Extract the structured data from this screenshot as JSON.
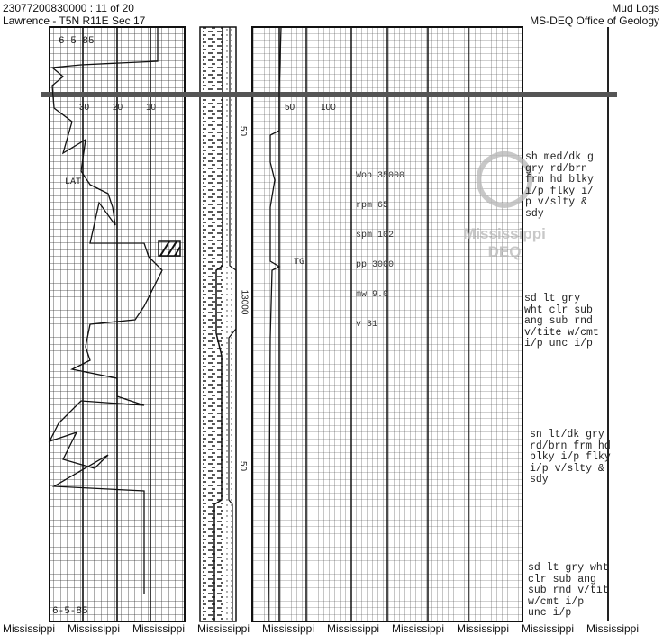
{
  "header": {
    "doc_id": "23077200830000 : 11 of 20",
    "location": "Lawrence - T5N R11E Sec 17",
    "doc_type": "Mud Logs",
    "agency": "MS-DEQ Office of Geology"
  },
  "log": {
    "date_top": "6-5-85",
    "date_bottom": "6-5-85",
    "left_scale": [
      "30",
      "20",
      "10"
    ],
    "right_scale": [
      "50",
      "100"
    ],
    "depth_labels": [
      "50",
      "13000",
      "50"
    ],
    "markers": {
      "lat": "LAT",
      "tg": "TG"
    },
    "drilling_params": [
      "Wob 35000",
      "rpm 65",
      "spm 102",
      "pp 3000",
      "mw 9.0",
      "v 31"
    ]
  },
  "remarks": [
    [
      "sh med/dk g",
      "gry rd/brn",
      "frm hd blky",
      "i/p flky i/",
      "p v/slty &",
      "sdy"
    ],
    [
      "sd lt gry",
      "wht clr sub",
      "ang sub rnd",
      "v/tite w/cmt",
      "i/p unc i/p"
    ],
    [
      "sn lt/dk gry",
      "rd/brn frm hd",
      "blky i/p flky",
      "i/p v/slty &",
      "sdy"
    ],
    [
      "sd lt gry wht",
      "clr sub ang",
      "sub rnd v/tit",
      "w/cmt i/p",
      "unc i/p"
    ]
  ],
  "watermark": {
    "line1": "Mississippi",
    "line2": "DEQ"
  },
  "footer": [
    "Mississippi",
    "Mississippi",
    "Mississippi",
    "Mississippi",
    "Mississippi",
    "Mississippi",
    "Mississippi",
    "Mississippi",
    "Mississippi",
    "Mississippi"
  ]
}
